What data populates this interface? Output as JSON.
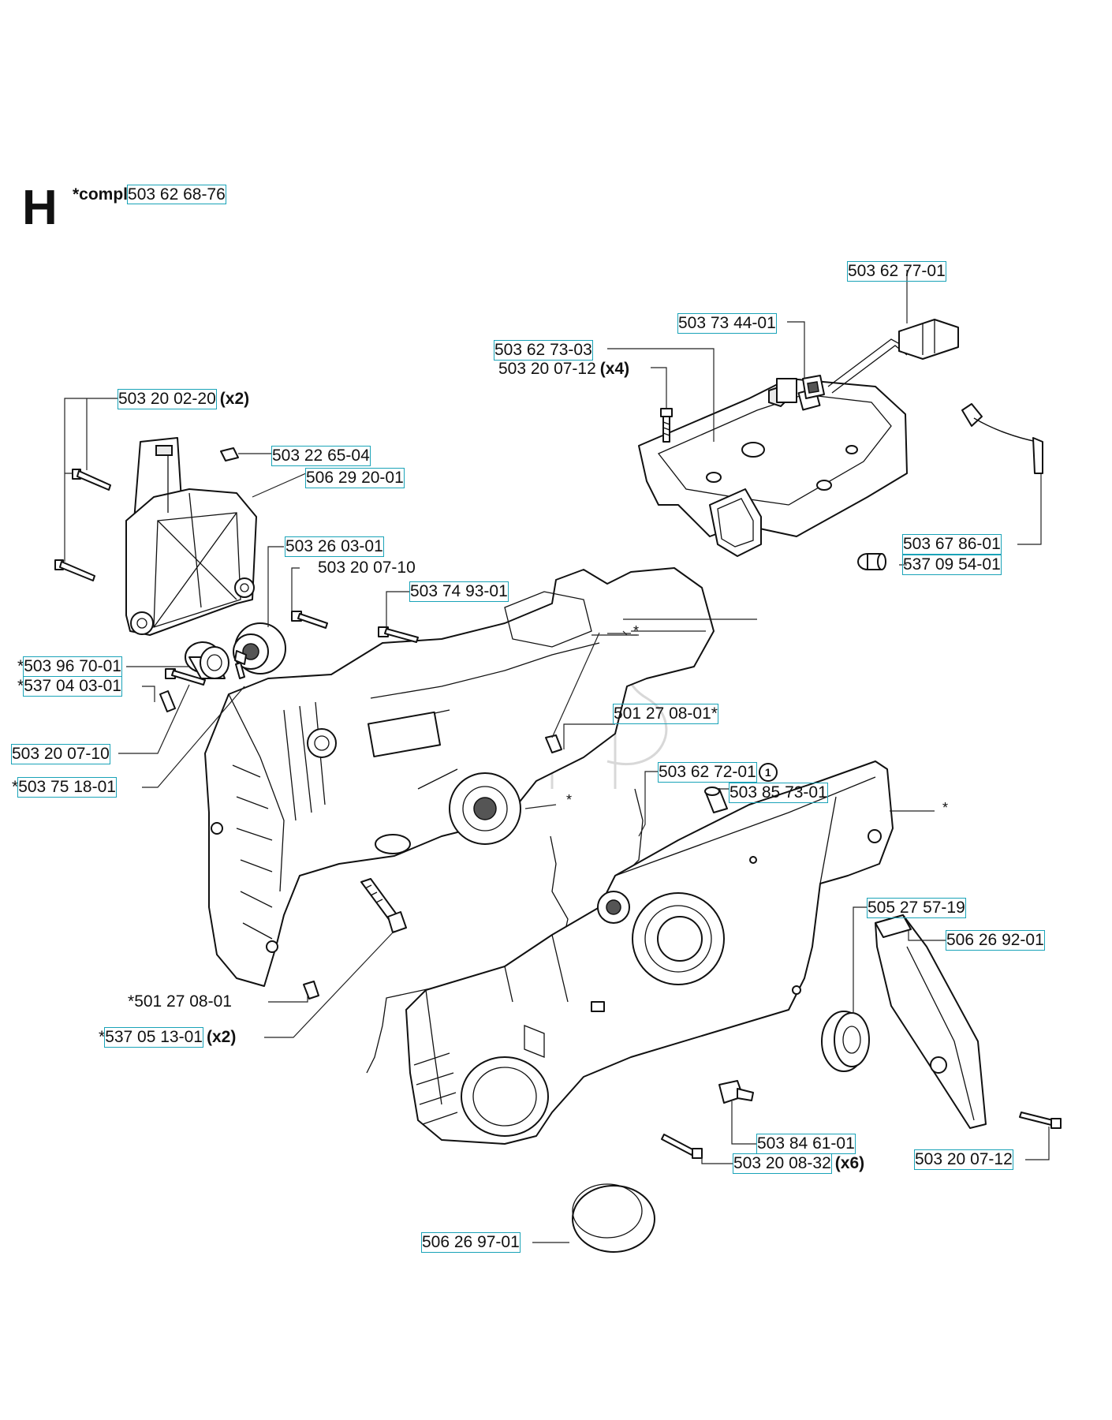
{
  "section": {
    "letter": "H",
    "compl_prefix": "*compl",
    "compl_number": "503 62 68-76"
  },
  "labels": [
    {
      "id": "l01",
      "star": "",
      "number": "503 62 77-01",
      "qty": "",
      "boxed": true
    },
    {
      "id": "l02",
      "star": "",
      "number": "503 73 44-01",
      "qty": "",
      "boxed": true
    },
    {
      "id": "l03",
      "star": "",
      "number": "503 62 73-03",
      "qty": "",
      "boxed": true
    },
    {
      "id": "l04",
      "star": "",
      "number": "503 20 07-12",
      "qty": "(x4)",
      "boxed": false
    },
    {
      "id": "l05",
      "star": "",
      "number": "503 20 02-20",
      "qty": "(x2)",
      "boxed": true
    },
    {
      "id": "l06",
      "star": "",
      "number": "503 22 65-04",
      "qty": "",
      "boxed": true
    },
    {
      "id": "l07",
      "star": "",
      "number": "506 29 20-01",
      "qty": "",
      "boxed": true
    },
    {
      "id": "l08",
      "star": "",
      "number": "503 26 03-01",
      "qty": "",
      "boxed": true
    },
    {
      "id": "l09",
      "star": "",
      "number": "503 20 07-10",
      "qty": "",
      "boxed": false
    },
    {
      "id": "l10",
      "star": "",
      "number": "503 74 93-01",
      "qty": "",
      "boxed": true
    },
    {
      "id": "l11",
      "star": "*",
      "number": "503 96 70-01",
      "qty": "",
      "boxed": true
    },
    {
      "id": "l12",
      "star": "*",
      "number": "537 04 03-01",
      "qty": "",
      "boxed": true
    },
    {
      "id": "l13",
      "star": "",
      "number": "503 20 07-10",
      "qty": "",
      "boxed": true
    },
    {
      "id": "l14",
      "star": "*",
      "number": "503 75 18-01",
      "qty": "",
      "boxed": true
    },
    {
      "id": "l15",
      "star": "",
      "number": "503 67 86-01",
      "qty": "",
      "boxed": true
    },
    {
      "id": "l16",
      "star": "",
      "number": "537 09 54-01",
      "qty": "",
      "boxed": true
    },
    {
      "id": "l17",
      "star": "",
      "number": "501 27 08-01*",
      "qty": "",
      "boxed": true
    },
    {
      "id": "l18",
      "star": "",
      "number": "503 62 72-01",
      "qty": "",
      "boxed": true,
      "note": "1"
    },
    {
      "id": "l19",
      "star": "",
      "number": "503 85 73-01",
      "qty": "",
      "boxed": true
    },
    {
      "id": "l20",
      "star": "",
      "number": "505 27 57-19",
      "qty": "",
      "boxed": true
    },
    {
      "id": "l21",
      "star": "",
      "number": "506 26 92-01",
      "qty": "",
      "boxed": true
    },
    {
      "id": "l22",
      "star": "*",
      "number": "501 27 08-01",
      "qty": "",
      "boxed": false
    },
    {
      "id": "l23",
      "star": "*",
      "number": "537 05 13-01",
      "qty": "(x2)",
      "boxed": true
    },
    {
      "id": "l24",
      "star": "",
      "number": "503 84 61-01",
      "qty": "",
      "boxed": true
    },
    {
      "id": "l25",
      "star": "",
      "number": "503 20 08-32",
      "qty": "(x6)",
      "boxed": true
    },
    {
      "id": "l26",
      "star": "",
      "number": "503 20 07-12",
      "qty": "",
      "boxed": true
    },
    {
      "id": "l27",
      "star": "",
      "number": "506 26 97-01",
      "qty": "",
      "boxed": true
    }
  ],
  "asterisk_marks": [
    "*",
    "*",
    "*",
    "*"
  ]
}
